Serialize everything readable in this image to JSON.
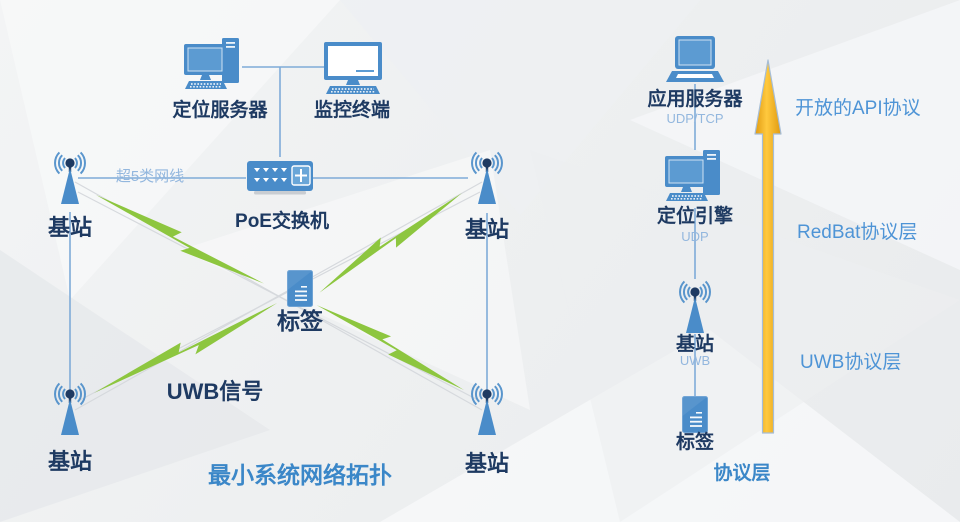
{
  "topology": {
    "caption": "最小系统网络拓扑",
    "server": {
      "label": "定位服务器"
    },
    "monitor": {
      "label": "监控终端"
    },
    "switch": {
      "label": "PoE交换机"
    },
    "cable": {
      "label": "超5类网线"
    },
    "tag": {
      "label": "标签"
    },
    "uwb_signal": {
      "label": "UWB信号"
    },
    "stations": [
      {
        "id": "top-left",
        "label": "基站"
      },
      {
        "id": "top-right",
        "label": "基站"
      },
      {
        "id": "bottom-left",
        "label": "基站"
      },
      {
        "id": "bottom-right",
        "label": "基站"
      }
    ]
  },
  "protocol_stack": {
    "caption": "协议层",
    "nodes": [
      {
        "label": "应用服务器",
        "protocol": "UDP/TCP"
      },
      {
        "label": "定位引擎",
        "protocol": "UDP"
      },
      {
        "label": "基站",
        "protocol": "UWB"
      },
      {
        "label": "标签",
        "protocol": ""
      }
    ],
    "layers": [
      {
        "label": "开放的API协议"
      },
      {
        "label": "RedBat协议层"
      },
      {
        "label": "UWB协议层"
      }
    ]
  },
  "colors": {
    "icon_blue": "#4a8cc9",
    "screen_blue": "#5c9bd2",
    "navy_text": "#1e3a62",
    "caption_blue": "#3b87c8",
    "light_blue_text": "#93b7de",
    "layer_label_blue": "#4e94d6",
    "bolt_green": "#8dc63f",
    "arrow_gold": "#f6b019",
    "line_blue": "#7fabd8"
  }
}
